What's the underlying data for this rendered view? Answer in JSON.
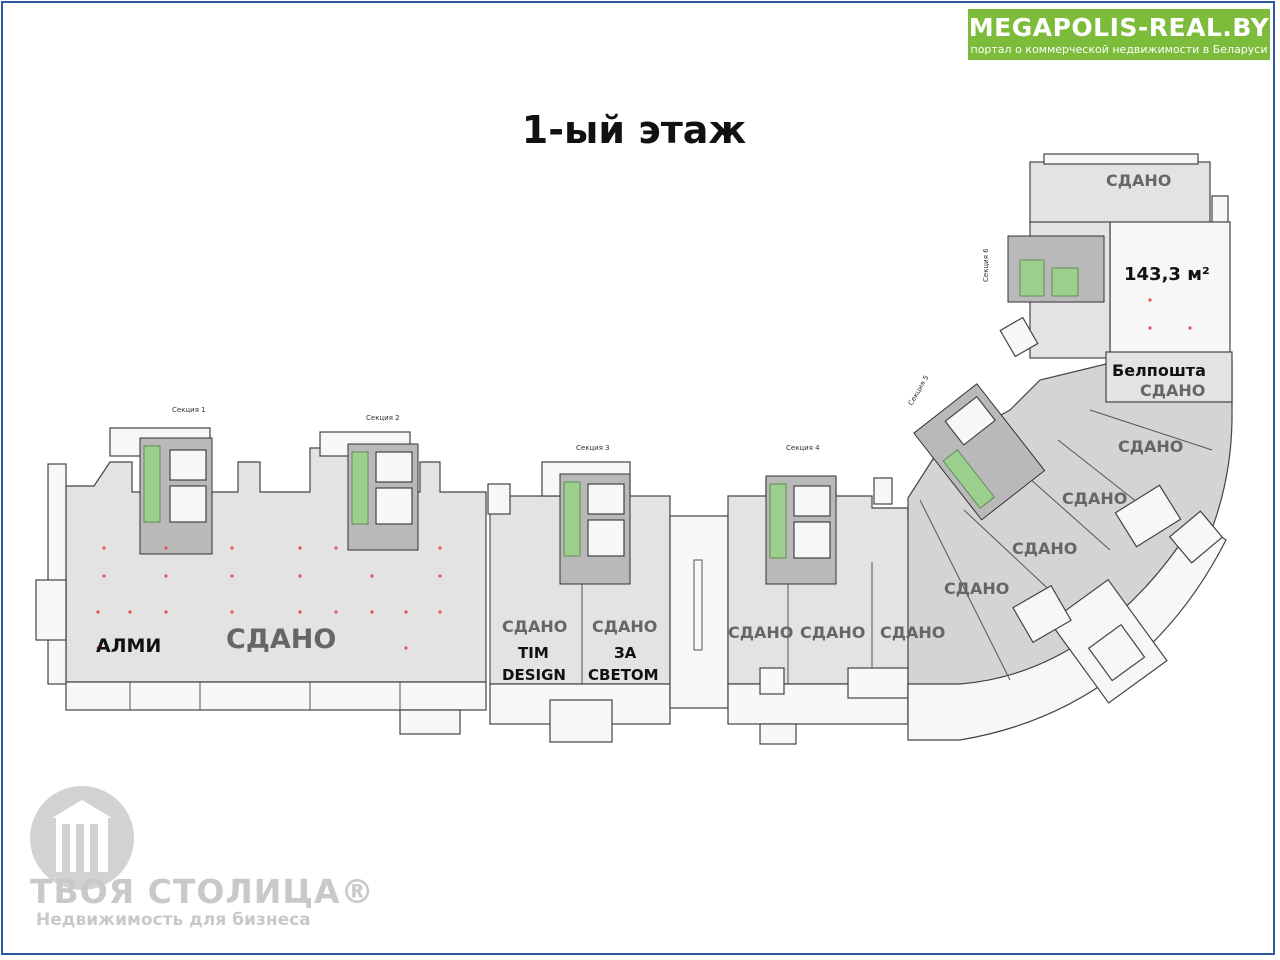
{
  "brand": {
    "name": "MEGAPOLIS-REAL.BY",
    "tagline": "портал о коммерческой недвижимости в Беларуси"
  },
  "title": "1-ый этаж",
  "sections": [
    "Секция 1",
    "Секция 2",
    "Секция 3",
    "Секция 4",
    "Секция 5",
    "Секция 6"
  ],
  "units": {
    "almi": "АЛМИ",
    "leased_big": "СДАНО",
    "leased": "СДАНО",
    "tim_design": "TIM DESIGN",
    "za_svetom_1": "ЗА",
    "za_svetom_2": "СВЕТОМ",
    "tim_1": "TIM",
    "tim_2": "DESIGN",
    "available_area": "143,3 м²",
    "belposhta": "Белпошта"
  },
  "logo": {
    "name": "ТВОЯ СТОЛИЦА®",
    "subtitle": "Недвижимость для бизнеса"
  },
  "colors": {
    "brand_green": "#7cbc3a",
    "frame_blue": "#2d58a3",
    "leased_gray": "#e3e3e3"
  }
}
